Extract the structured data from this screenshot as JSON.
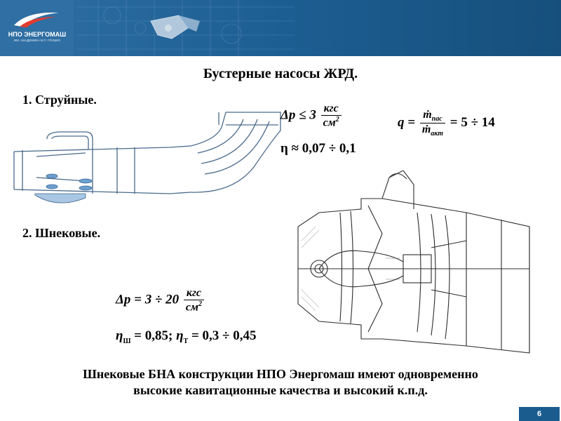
{
  "header": {
    "logo_name": "НПО ЭНЕРГОМАШ",
    "logo_sub": "ИМ. АКАДЕМИКА В.П. ГЛУШКО"
  },
  "slide": {
    "title": "Бустерные насосы ЖРД.",
    "section1": "1.  Струйные.",
    "section2": "2. Шнековые.",
    "note_line1": "Шнековые БНА конструкции НПО Энергомаш имеют одновременно",
    "note_line2": "высокие кавитационные качества и высокий к.п.д.",
    "page_number": "6"
  },
  "formulas": {
    "jet_dp_lhs": "Δp ≤ 3",
    "jet_dp_num": "кгс",
    "jet_dp_den": "см",
    "jet_dp_exp": "2",
    "jet_eta": "η ≈ 0,07 ÷ 0,1",
    "q_lhs": "q =",
    "q_num": "ṁ",
    "q_num_sub": "пас",
    "q_den": "ṁ",
    "q_den_sub": "акт",
    "q_rhs": "= 5 ÷ 14",
    "screw_dp_lhs": "Δp = 3 ÷ 20",
    "screw_dp_num": "кгс",
    "screw_dp_den": "см",
    "screw_dp_exp": "2",
    "screw_eta_a": "η",
    "screw_eta_a_sub": "Ш",
    "screw_eta_a_val": " = 0,85;",
    "screw_eta_b": "η",
    "screw_eta_b_sub": "Т",
    "screw_eta_b_val": " = 0,3 ÷ 0,45"
  },
  "colors": {
    "header_bg": "#1a5c8e",
    "drawing_line": "#4a6a8c",
    "drawing_fill": "#6a9fd0"
  }
}
